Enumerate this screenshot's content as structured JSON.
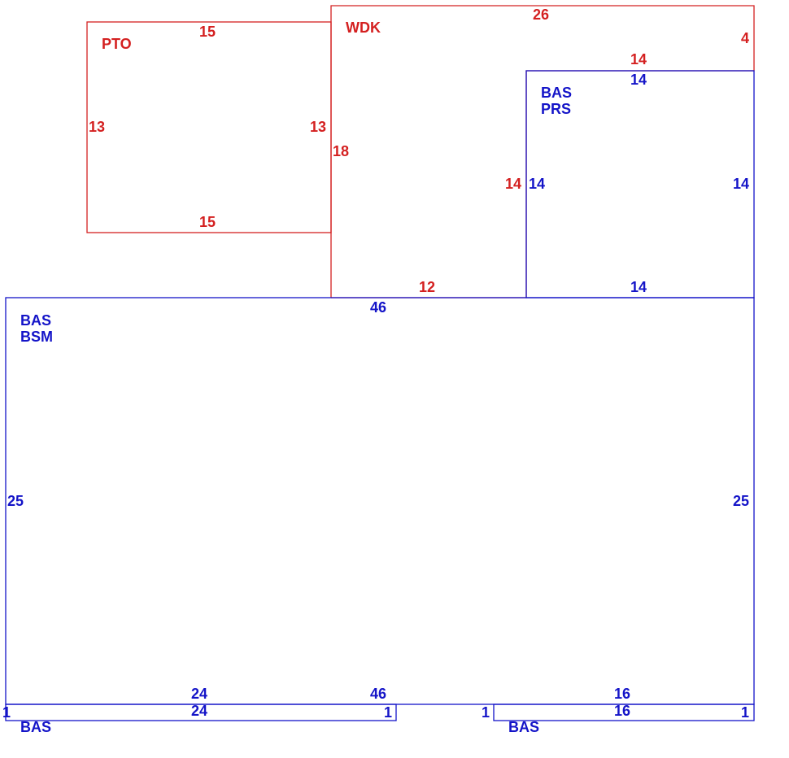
{
  "colors": {
    "red": "#d42020",
    "blue": "#1414c8"
  },
  "areas": {
    "pto": {
      "name": "PTO",
      "top": "15",
      "bottom": "15",
      "left": "13",
      "right": "13"
    },
    "wdk": {
      "name": "WDK",
      "top": "26",
      "right": "4",
      "step": "14",
      "inner": "14",
      "left": "18",
      "bottom": "12"
    },
    "bas_prs": {
      "name1": "BAS",
      "name2": "PRS",
      "top": "14",
      "left": "14",
      "right": "14",
      "bottom": "14"
    },
    "bas_bsm": {
      "name1": "BAS",
      "name2": "BSM",
      "top": "46",
      "left": "25",
      "right": "25",
      "bottom_left": "24",
      "bottom": "46",
      "bottom_right": "16"
    },
    "bas_left_strip": {
      "name": "BAS",
      "top": "24",
      "left": "1",
      "right": "1"
    },
    "bas_right_strip": {
      "name": "BAS",
      "top": "16",
      "left": "1",
      "right": "1"
    }
  }
}
